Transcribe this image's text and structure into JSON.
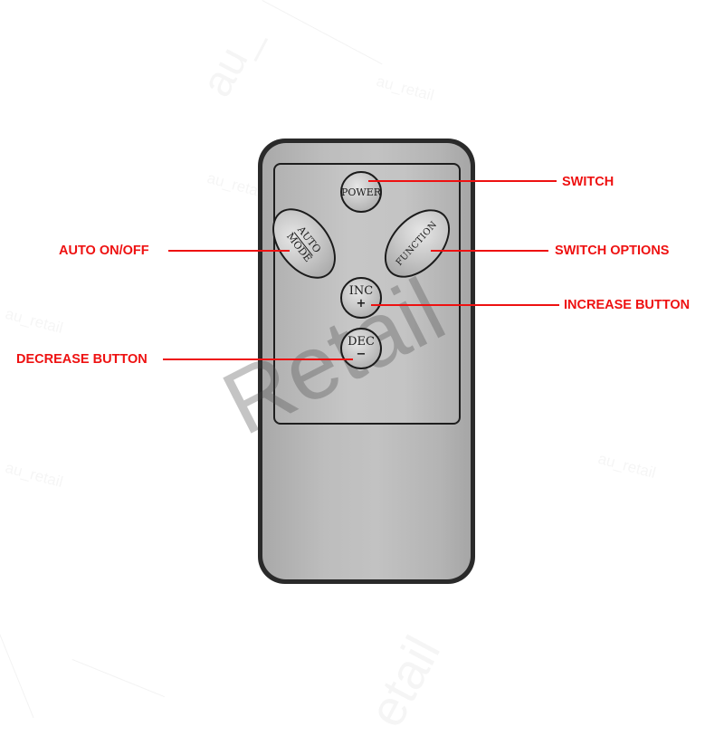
{
  "watermarks": {
    "small": "au_retail",
    "large": "Retail",
    "partial_top": "au_",
    "partial_bottom": "etail"
  },
  "remote": {
    "buttons": {
      "power": {
        "label": "POWER"
      },
      "auto_mode": {
        "line1": "AUTO",
        "line2": "MODE"
      },
      "function": {
        "label": "FUNCTION"
      },
      "inc": {
        "label": "INC",
        "symbol": "+"
      },
      "dec": {
        "label": "DEC",
        "symbol": "−"
      }
    }
  },
  "callouts": [
    {
      "target": "power",
      "label": "SWITCH"
    },
    {
      "target": "auto_mode",
      "label": "AUTO ON/OFF"
    },
    {
      "target": "function",
      "label": "SWITCH OPTIONS"
    },
    {
      "target": "inc",
      "label": "INCREASE BUTTON"
    },
    {
      "target": "dec",
      "label": "DECREASE BUTTON"
    }
  ],
  "colors": {
    "callout_red": "#ee1111",
    "remote_frame": "#2a2a2a",
    "remote_face": "#bdbdbd"
  }
}
